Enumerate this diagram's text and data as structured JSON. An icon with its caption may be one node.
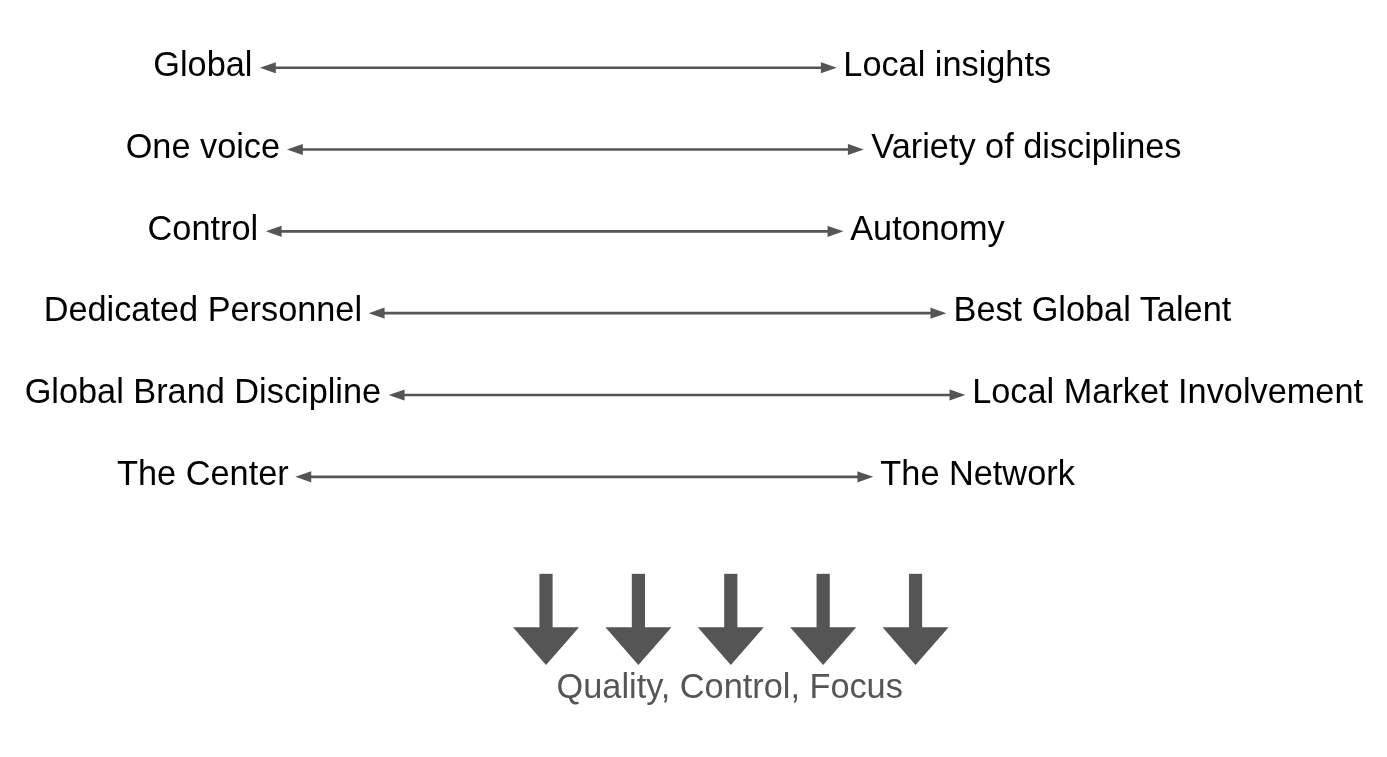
{
  "diagram": {
    "nodes": [
      {
        "text": [
          "Global"
        ]
      },
      {
        "text": [
          "One voice"
        ]
      },
      {
        "text": [
          "Control"
        ]
      },
      {
        "text": [
          "Dedicated Personnel"
        ]
      },
      {
        "text": [
          "Global Brand Discipline"
        ]
      },
      {
        "text": [
          "The Center"
        ]
      },
      {
        "text": [
          "Local insights"
        ]
      },
      {
        "text": [
          "Variety of disciplines"
        ]
      },
      {
        "text": [
          "Autonomy"
        ]
      },
      {
        "text": [
          "Best Global Talent"
        ]
      },
      {
        "text": [
          "Local Market Involvement"
        ]
      },
      {
        "text": [
          "The Network"
        ]
      },
      {
        "text": [
          "Quality, Control, Focus"
        ]
      }
    ],
    "edges": [
      {
        "from": 0,
        "to": 6,
        "arrow": "both"
      },
      {
        "from": 1,
        "to": 7,
        "arrow": "both"
      },
      {
        "from": 2,
        "to": 8,
        "arrow": "both"
      },
      {
        "from": 3,
        "to": 9,
        "arrow": "both"
      },
      {
        "from": 4,
        "to": 10,
        "arrow": "both"
      },
      {
        "from": 5,
        "to": 11,
        "arrow": "both"
      },
      {
        "from": null,
        "to": 12,
        "arrow": "to",
        "style": "thick"
      },
      {
        "from": null,
        "to": 12,
        "arrow": "to",
        "style": "thick"
      },
      {
        "from": null,
        "to": 12,
        "arrow": "to",
        "style": "thick"
      },
      {
        "from": null,
        "to": 12,
        "arrow": "to",
        "style": "thick"
      },
      {
        "from": null,
        "to": 12,
        "arrow": "to",
        "style": "thick"
      }
    ]
  }
}
